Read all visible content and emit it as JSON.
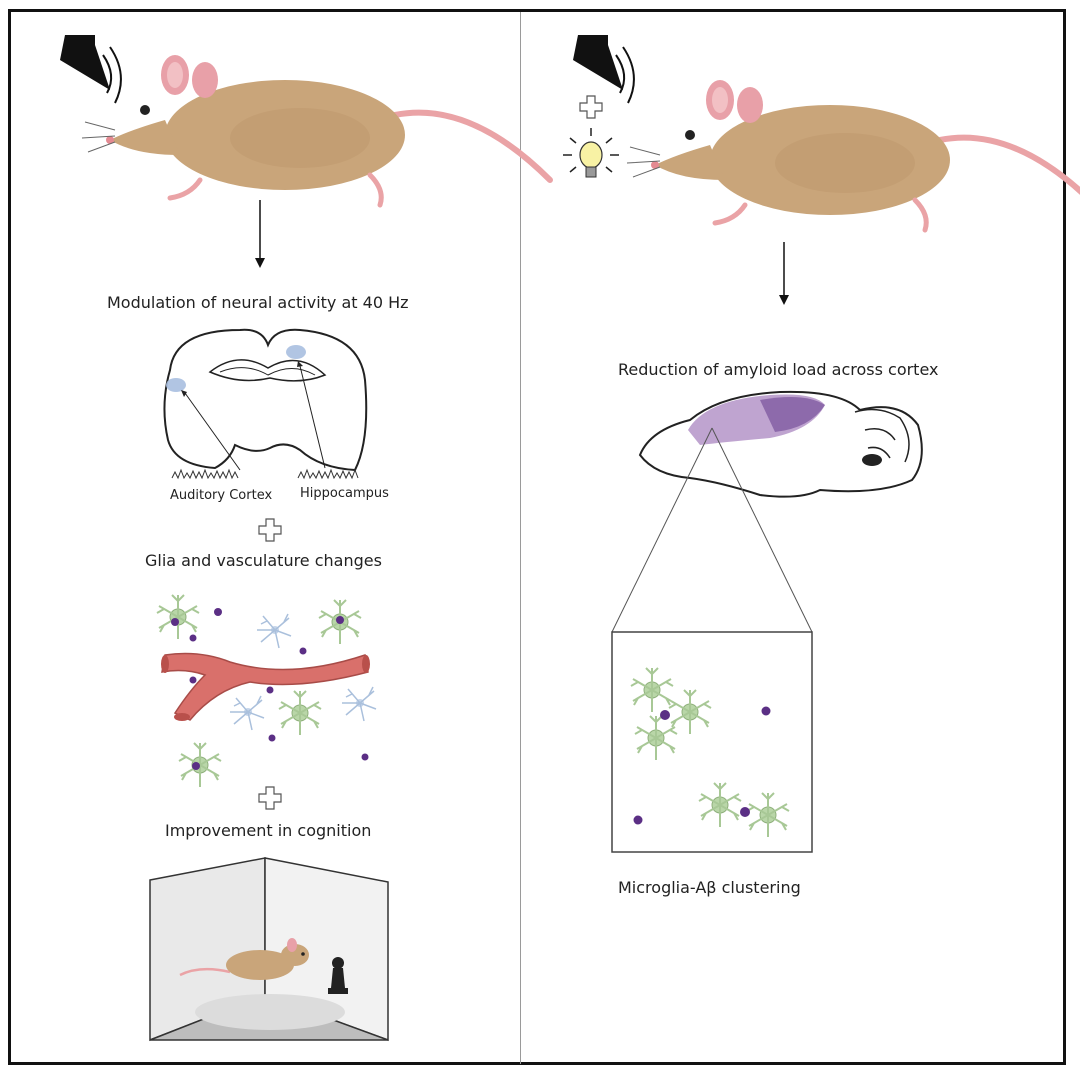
{
  "left_panel": {
    "step1": "Modulation of neural activity at 40 Hz",
    "region_auditory": "Auditory  Cortex",
    "region_hippocampus": "Hippocampus",
    "step2": "Glia and vasculature changes",
    "step3": "Improvement in cognition"
  },
  "right_panel": {
    "step1": "Reduction of amyloid load across cortex",
    "inset_caption": "Microglia-Aβ clustering"
  },
  "colors": {
    "mouse_body": "#c9a57a",
    "mouse_ear": "#e8a0a8",
    "tail": "#eaa3a6",
    "vessel": "#d9706b",
    "microglia": "#b9d6a8",
    "astrocyte": "#aac0dc",
    "amyloid": "#5b2f85",
    "brain_highlight": "#8a5aaa"
  },
  "icons": [
    "speaker-icon",
    "plus-icon",
    "light-bulb-icon",
    "down-arrow-icon"
  ]
}
